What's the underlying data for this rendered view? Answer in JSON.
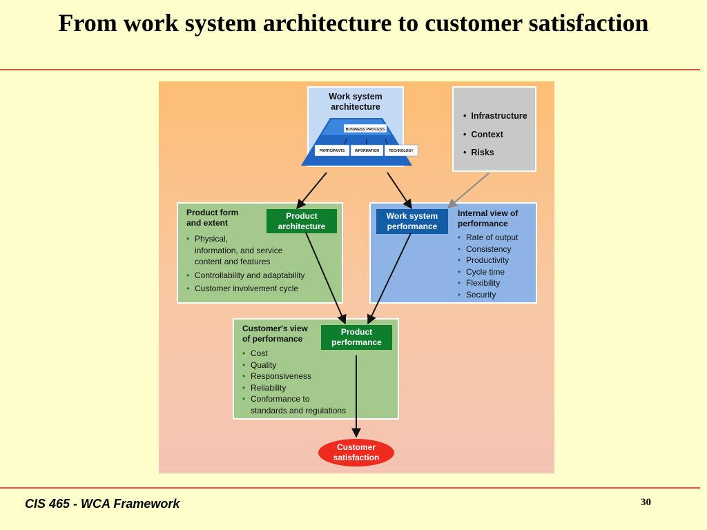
{
  "slide": {
    "title": "From work system architecture to customer satisfaction",
    "footer": "CIS 465 - WCA Framework",
    "page_number": "30"
  },
  "diagram": {
    "work_system_architecture": {
      "title_line1": "Work system",
      "title_line2": "architecture",
      "business_process": "BUSINESS PROCESS",
      "participants": "PARTICIPANTS",
      "information": "INFORMATION",
      "technology": "TECHNOLOGY"
    },
    "environment": {
      "items": [
        "Infrastructure",
        "Context",
        "Risks"
      ]
    },
    "product_form": {
      "title_line1": "Product form",
      "title_line2": "and extent",
      "highlight_line1": "Product",
      "highlight_line2": "architecture",
      "items": [
        {
          "line1": "Physical,",
          "line2": "information, and service",
          "line3": "content and features"
        },
        {
          "line1": "Controllability and adaptability"
        },
        {
          "line1": "Customer involvement cycle"
        }
      ]
    },
    "internal_view": {
      "title_line1": "Internal view of",
      "title_line2": "performance",
      "highlight_line1": "Work system",
      "highlight_line2": "performance",
      "items": [
        "Rate of output",
        "Consistency",
        "Productivity",
        "Cycle time",
        "Flexibility",
        "Security"
      ]
    },
    "customer_view": {
      "title_line1": "Customer's view",
      "title_line2": "of performance",
      "highlight_line1": "Product",
      "highlight_line2": "performance",
      "items": [
        {
          "line1": "Cost"
        },
        {
          "line1": "Quality"
        },
        {
          "line1": "Responsiveness"
        },
        {
          "line1": "Reliability"
        },
        {
          "line1": "Conformance to",
          "line2": "standards and regulations"
        }
      ]
    },
    "outcome": {
      "line1": "Customer",
      "line2": "satisfaction"
    }
  },
  "colors": {
    "title_rule": "#e2543c",
    "green_highlight": "#0e7d2c",
    "blue_highlight": "#135da6",
    "outcome_red": "#ef2b1f"
  }
}
